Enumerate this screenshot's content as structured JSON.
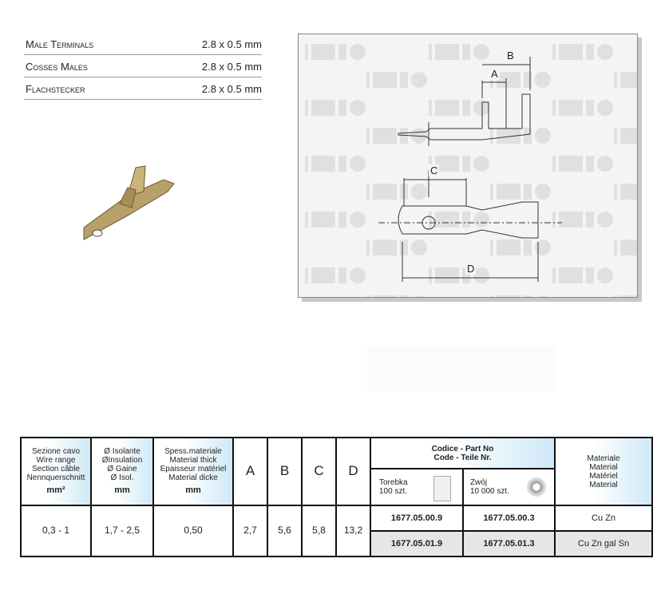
{
  "labels": [
    {
      "name": "Male Terminals",
      "value": "2.8 x 0.5 mm"
    },
    {
      "name": "Cosses Males",
      "value": "2.8 x 0.5 mm"
    },
    {
      "name": "Flachstecker",
      "value": "2.8 x 0.5 mm"
    }
  ],
  "diagram": {
    "watermark": "IMP",
    "dims": {
      "a": "A",
      "b": "B",
      "c": "C",
      "d": "D"
    }
  },
  "table": {
    "h_wire": [
      "Sezione cavo",
      "Wire range",
      "Section câble",
      "Nennquerschnitt"
    ],
    "h_wire_unit": "mm²",
    "h_ins": [
      "Ø Isolante",
      "ØInsulation",
      "Ø Gaine",
      "Ø Isol."
    ],
    "h_ins_unit": "mm",
    "h_thick": [
      "Spess.materiale",
      "Material thick",
      "Epaisseur matériel",
      "Material dicke"
    ],
    "h_thick_unit": "mm",
    "h_a": "A",
    "h_b": "B",
    "h_c": "C",
    "h_d": "D",
    "h_code": [
      "Codice - Part No",
      "Code - Teile Nr."
    ],
    "h_bag": [
      "Torebka",
      "100 szt."
    ],
    "h_reel": [
      "Zwój",
      "10 000 szt."
    ],
    "h_mat": [
      "Materiale",
      "Material",
      "Matériel",
      "Material"
    ],
    "wire": "0,3 - 1",
    "ins": "1,7 - 2,5",
    "thick": "0,50",
    "a": "2,7",
    "b": "5,6",
    "c": "5,8",
    "d": "13,2",
    "rows": [
      {
        "bag": "1677.05.00.9",
        "reel": "1677.05.00.3",
        "mat": "Cu Zn"
      },
      {
        "bag": "1677.05.01.9",
        "reel": "1677.05.01.3",
        "mat": "Cu Zn gal Sn"
      }
    ]
  }
}
